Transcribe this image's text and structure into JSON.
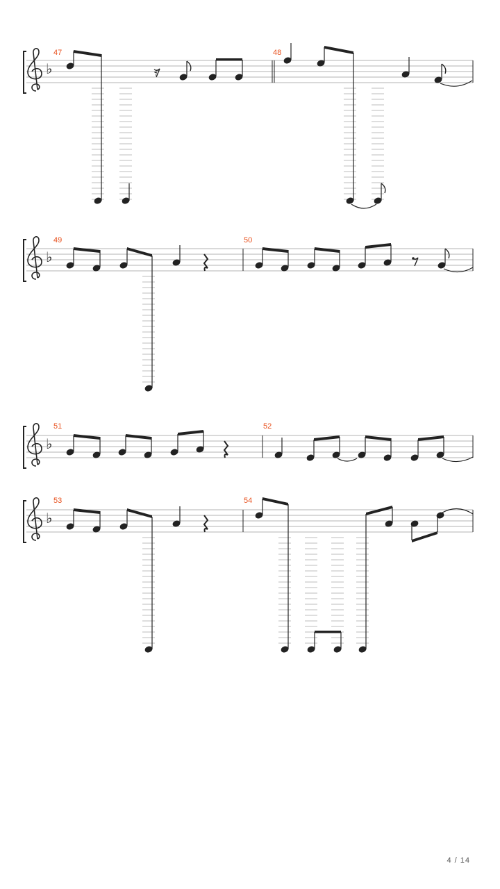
{
  "score": {
    "accent_color": "#e8521f",
    "staff_color": "#8a8a8a",
    "note_color": "#1a1a1a",
    "clef": "treble-clef",
    "key_signature": "F major (1 flat)",
    "time_signature": "4/4 (implied)",
    "measure_numbers": [
      "47",
      "48",
      "49",
      "50",
      "51",
      "52",
      "53",
      "54"
    ]
  },
  "systems": [
    {
      "measures": [
        "47",
        "48"
      ]
    },
    {
      "measures": [
        "49",
        "50"
      ]
    },
    {
      "measures": [
        "51",
        "52"
      ]
    },
    {
      "measures": [
        "53",
        "54"
      ]
    }
  ],
  "footer": {
    "page_number": "4 / 14"
  }
}
